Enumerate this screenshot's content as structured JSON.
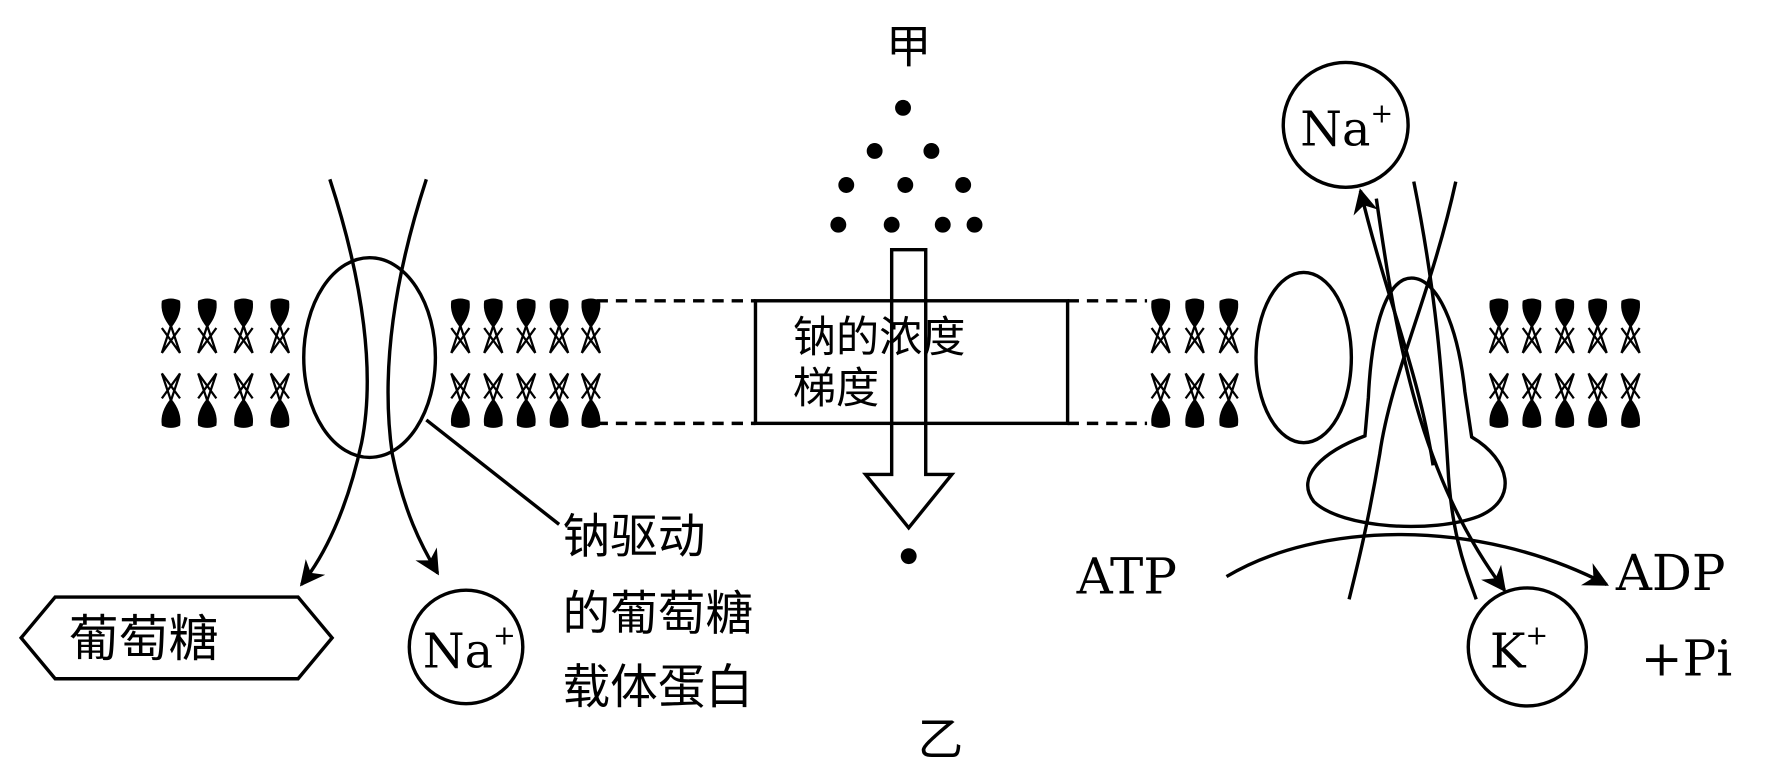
{
  "labels": {
    "jia": "甲",
    "yi": "乙",
    "gradient_line1": "钠的浓度",
    "gradient_line2": "梯度",
    "carrier_line1": "钠驱动",
    "carrier_line2": "的葡萄糖",
    "carrier_line3": "载体蛋白",
    "glucose": "葡萄糖",
    "na": "Na",
    "na_top": "Na",
    "k": "K",
    "plus": "+",
    "atp": "ATP",
    "adp": "ADP",
    "pi": "+Pi"
  },
  "colors": {
    "line": "#000000",
    "background": "#ffffff"
  }
}
